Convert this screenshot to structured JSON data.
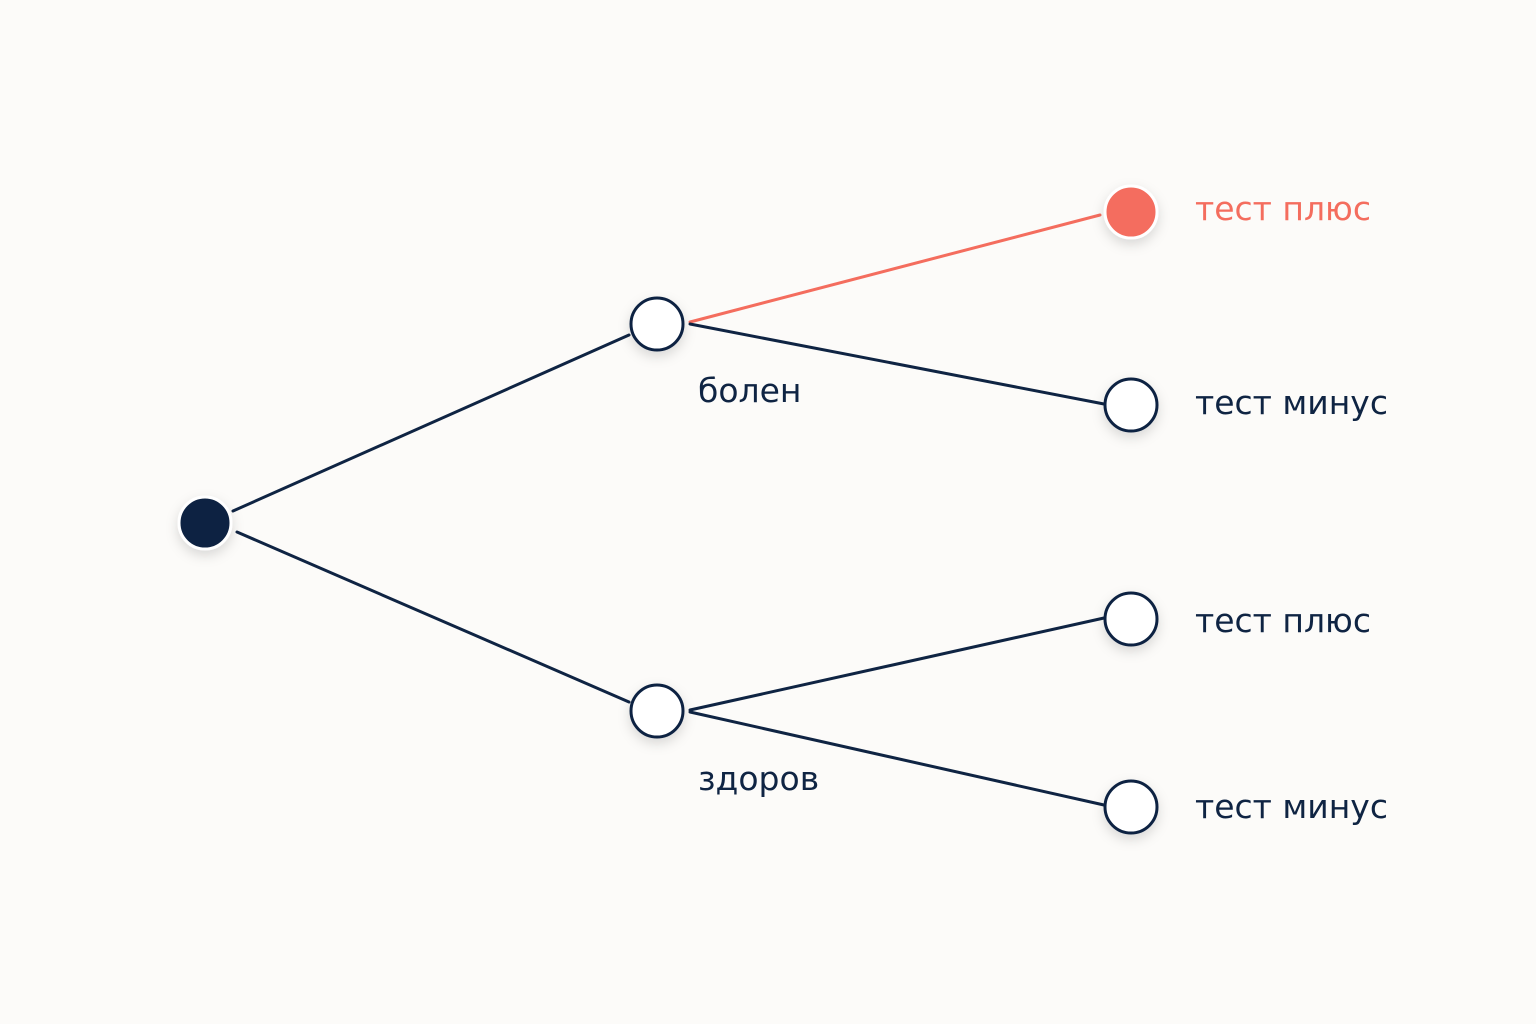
{
  "colors": {
    "ink": "#0f2443",
    "highlight": "#f46d5e",
    "background": "#fcfbf9"
  },
  "nodes": {
    "root": {
      "label": ""
    },
    "ill": {
      "label": "болен"
    },
    "healthy": {
      "label": "здоров"
    },
    "ill_positive": {
      "label": "тест плюс",
      "highlighted": true
    },
    "ill_negative": {
      "label": "тест минус"
    },
    "healthy_positive": {
      "label": "тест плюс"
    },
    "healthy_negative": {
      "label": "тест минус"
    }
  },
  "edges": [
    {
      "from": "root",
      "to": "ill"
    },
    {
      "from": "root",
      "to": "healthy"
    },
    {
      "from": "ill",
      "to": "ill_positive",
      "highlighted": true
    },
    {
      "from": "ill",
      "to": "ill_negative"
    },
    {
      "from": "healthy",
      "to": "healthy_positive"
    },
    {
      "from": "healthy",
      "to": "healthy_negative"
    }
  ]
}
